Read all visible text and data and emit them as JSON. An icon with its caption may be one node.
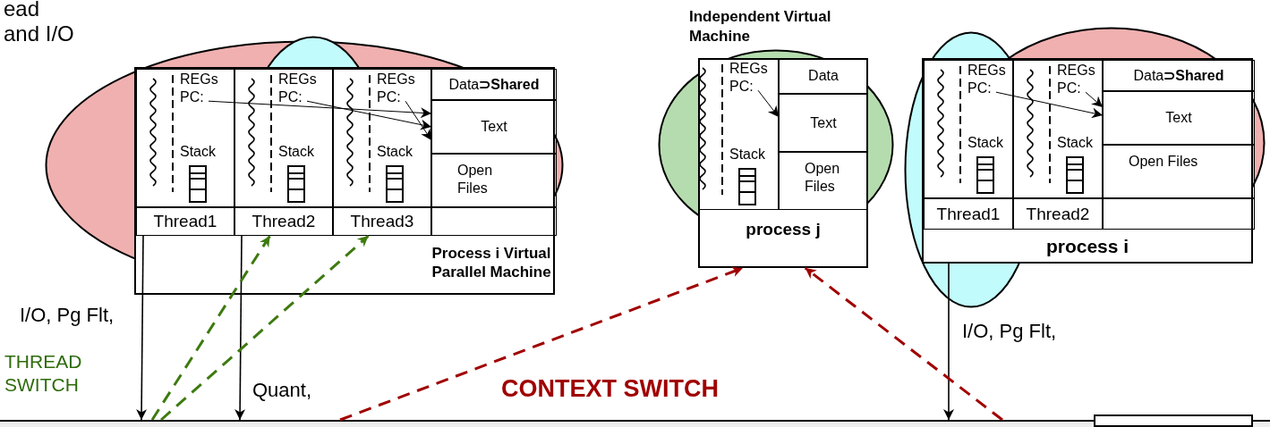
{
  "diagram": {
    "nodes": [
      {
        "text": [
          "Process i Virtual Parallel Machine"
        ]
      },
      {
        "text": [
          "REGs",
          "Stack"
        ],
        "in": 0
      },
      {
        "text": [
          "PC:"
        ],
        "in": 1
      },
      {
        "text": [
          "REGs",
          "Stack"
        ],
        "in": 0
      },
      {
        "text": [
          "PC:"
        ],
        "in": 3
      },
      {
        "text": [
          "REGs",
          "Stack"
        ],
        "in": 0
      },
      {
        "text": [
          "PC:"
        ],
        "in": 5
      },
      {
        "text": [
          "Data**⊃Shared**"
        ],
        "in": 0
      },
      {
        "text": [
          "Text"
        ],
        "in": 0
      },
      {
        "text": [
          "Open Files"
        ],
        "in": 0
      },
      {
        "text": [
          "Thread1"
        ],
        "in": 0
      },
      {
        "text": [
          "Thread2"
        ],
        "in": 0
      },
      {
        "text": [
          "Thread3"
        ],
        "in": 0
      },
      {
        "text": [],
        "shape": "box",
        "in": 0
      },
      {
        "text": [
          "Independent Virtual Machine",
          "process j"
        ]
      },
      {
        "text": [
          "REGs",
          "Stack"
        ],
        "in": 14
      },
      {
        "text": [
          "PC:"
        ],
        "in": 15
      },
      {
        "text": [
          "Data"
        ],
        "in": 14
      },
      {
        "text": [
          "Text"
        ],
        "in": 14
      },
      {
        "text": [
          "Open Files"
        ],
        "in": 14
      },
      {
        "text": [
          "process i"
        ]
      },
      {
        "text": [
          "REGs",
          "Stack"
        ],
        "in": 20
      },
      {
        "text": [
          "PC:"
        ],
        "in": 21
      },
      {
        "text": [
          "REGs",
          "Stack"
        ],
        "in": 20
      },
      {
        "text": [
          "PC:"
        ],
        "in": 23
      },
      {
        "text": [
          "Data**⊃Shared**"
        ],
        "in": 20
      },
      {
        "text": [
          "Text"
        ],
        "in": 20
      },
      {
        "text": [
          "Open Files"
        ],
        "in": 20
      },
      {
        "text": [
          "Thread1"
        ],
        "in": 20
      },
      {
        "text": [
          "Thread2"
        ],
        "in": 20
      },
      {
        "text": [],
        "shape": "box",
        "in": 20
      },
      {
        "text": [],
        "shape": "bar"
      },
      {
        "text": [],
        "shape": "box"
      }
    ],
    "edges": [
      {
        "from": 2,
        "to": 8,
        "arrow": "to"
      },
      {
        "from": 4,
        "to": 8,
        "arrow": "to"
      },
      {
        "from": 6,
        "to": 8,
        "arrow": "to"
      },
      {
        "from": 16,
        "to": 18,
        "arrow": "to"
      },
      {
        "from": 22,
        "to": 26,
        "arrow": "to"
      },
      {
        "from": 24,
        "to": 26,
        "arrow": "to"
      },
      {
        "from": 10,
        "to": 31,
        "arrow": "to",
        "label": "I/O, Pg Flt,"
      },
      {
        "from": 11,
        "to": 31,
        "arrow": "to",
        "label": "Quant,"
      },
      {
        "from": 20,
        "to": 31,
        "arrow": "to",
        "label": "I/O, Pg Flt,"
      },
      {
        "from": 31,
        "to": 11,
        "arrow": "to",
        "style": "dashed",
        "color": "#3d7a0f"
      },
      {
        "from": 31,
        "to": 12,
        "arrow": "to",
        "style": "dashed",
        "color": "#3d7a0f"
      },
      {
        "from": 31,
        "to": 14,
        "arrow": "to",
        "style": "dashed",
        "color": "#a00000"
      },
      {
        "from": 31,
        "to": 14,
        "arrow": "to",
        "style": "dashed",
        "color": "#a00000"
      }
    ],
    "labels": [
      "ead",
      "and I/O",
      "THREAD SWITCH",
      "CONTEXT SWITCH"
    ]
  }
}
